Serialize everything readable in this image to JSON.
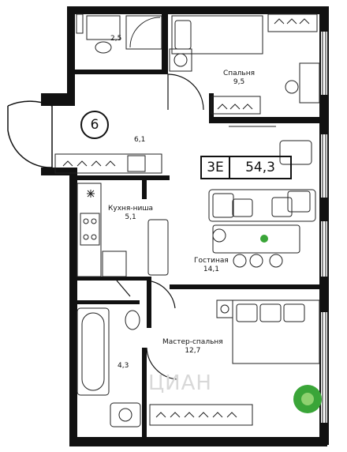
{
  "apartment": {
    "room_count": "3E",
    "total_area": "54,3",
    "entry_number": "6"
  },
  "rooms": {
    "bathroom_small": {
      "name": "",
      "area": "2,5"
    },
    "bedroom": {
      "name": "Спальня",
      "area": "9,5"
    },
    "hall": {
      "name": "",
      "area": "6,1"
    },
    "kitchen": {
      "name": "Кухня-ниша",
      "area": "5,1"
    },
    "living": {
      "name": "Гостиная",
      "area": "14,1"
    },
    "bathroom": {
      "name": "",
      "area": "4,3"
    },
    "master_bedroom": {
      "name": "Мастер-спальня",
      "area": "12,7"
    }
  },
  "watermark": "ЦИАН",
  "colors": {
    "wall": "#111111",
    "plant": "#3aa538",
    "furniture_line": "#222222"
  }
}
